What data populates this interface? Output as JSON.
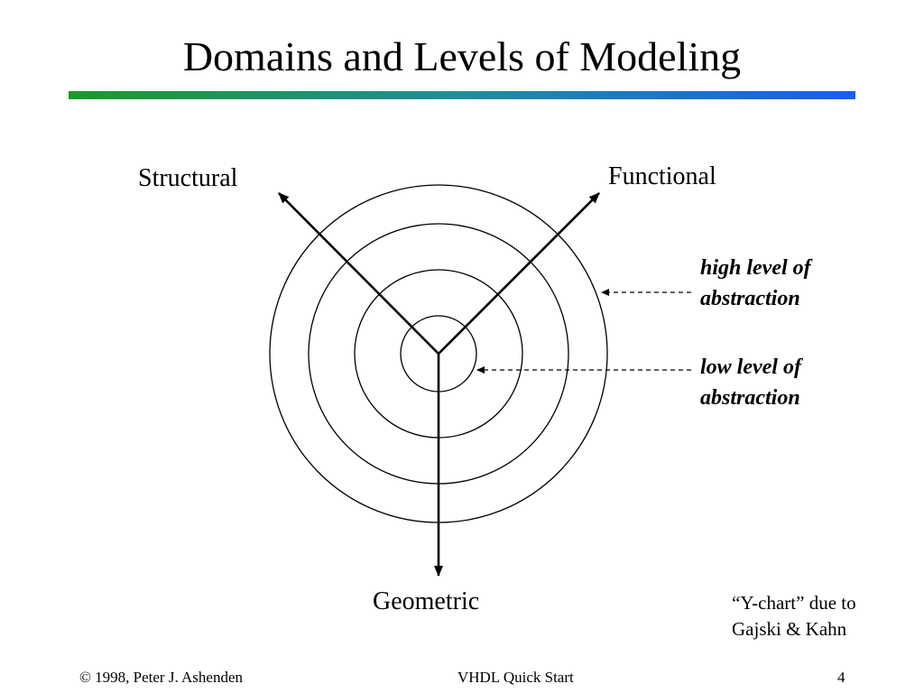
{
  "title": "Domains and Levels of Modeling",
  "colors": {
    "title_bar_start": "#1a9a2a",
    "title_bar_mid": "#1c8f9c",
    "title_bar_end": "#1a5cf5"
  },
  "diagram": {
    "axis_labels": {
      "structural": "Structural",
      "functional": "Functional",
      "geometric": "Geometric"
    },
    "annotations": {
      "high_line1": "high level of",
      "high_line2": "abstraction",
      "low_line1": "low level of",
      "low_line2": "abstraction"
    },
    "credit_line1": "“Y-chart” due to",
    "credit_line2": "Gajski & Kahn"
  },
  "footer": {
    "copyright": "© 1998, Peter J. Ashenden",
    "center": "VHDL Quick Start",
    "page": "4"
  }
}
